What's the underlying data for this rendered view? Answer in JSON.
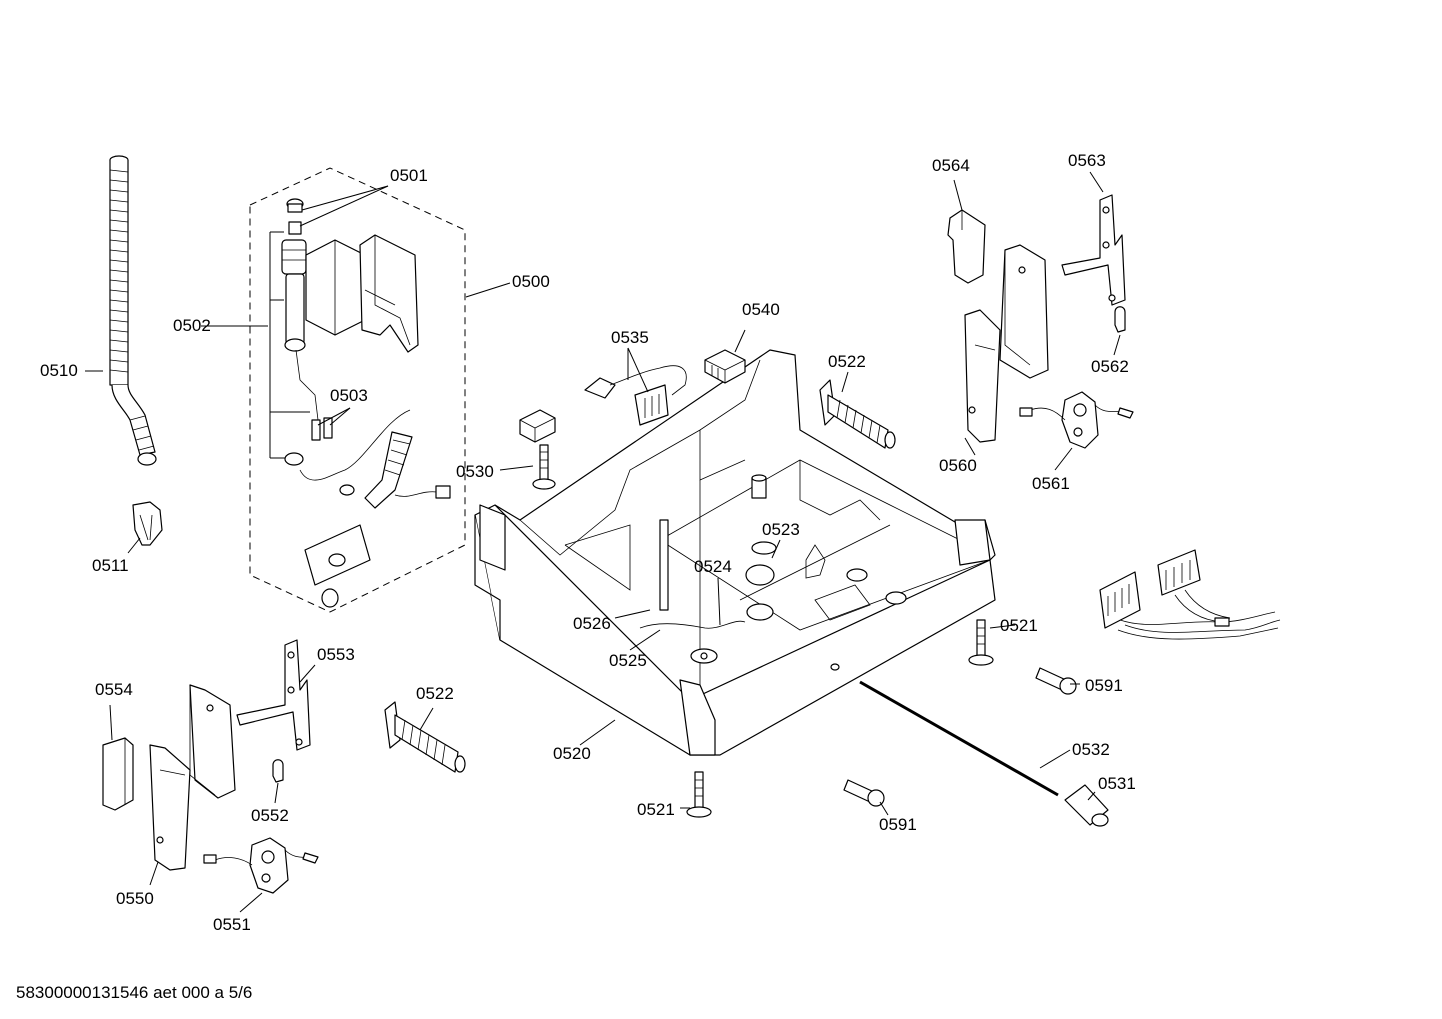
{
  "diagram": {
    "labels": {
      "p0500": "0500",
      "p0501": "0501",
      "p0502": "0502",
      "p0503": "0503",
      "p0510": "0510",
      "p0511": "0511",
      "p0520": "0520",
      "p0521a": "0521",
      "p0521b": "0521",
      "p0522a": "0522",
      "p0522b": "0522",
      "p0523": "0523",
      "p0524": "0524",
      "p0525": "0525",
      "p0526": "0526",
      "p0530": "0530",
      "p0531": "0531",
      "p0532": "0532",
      "p0535": "0535",
      "p0540": "0540",
      "p0550": "0550",
      "p0551": "0551",
      "p0552": "0552",
      "p0553": "0553",
      "p0554": "0554",
      "p0560": "0560",
      "p0561": "0561",
      "p0562": "0562",
      "p0563": "0563",
      "p0564": "0564",
      "p0591a": "0591",
      "p0591b": "0591"
    },
    "footer": "58300000131546 aet 000 a 5/6"
  }
}
